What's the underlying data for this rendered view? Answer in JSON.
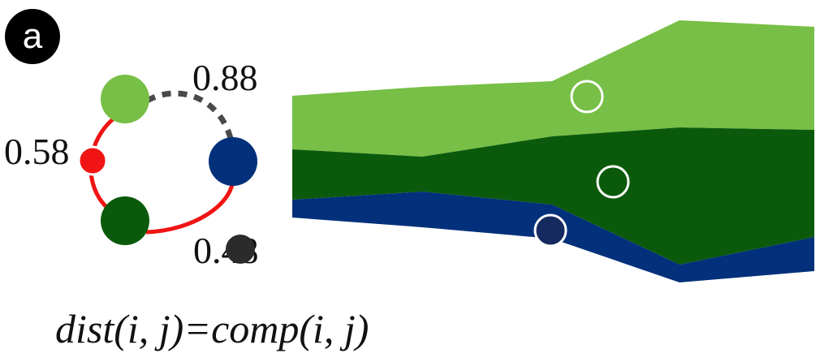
{
  "panel_label": "a",
  "edge_labels": {
    "top_right": "0.88",
    "left": "0.58",
    "bottom": "0.48"
  },
  "formula": "dist(i, j)=comp(i, j)",
  "colors": {
    "light_green": "#77bf46",
    "dark_green": "#0b5a0b",
    "navy": "#03307a",
    "red": "#f01414",
    "gray_dash": "#4a4a4a",
    "badge": "#000000"
  }
}
